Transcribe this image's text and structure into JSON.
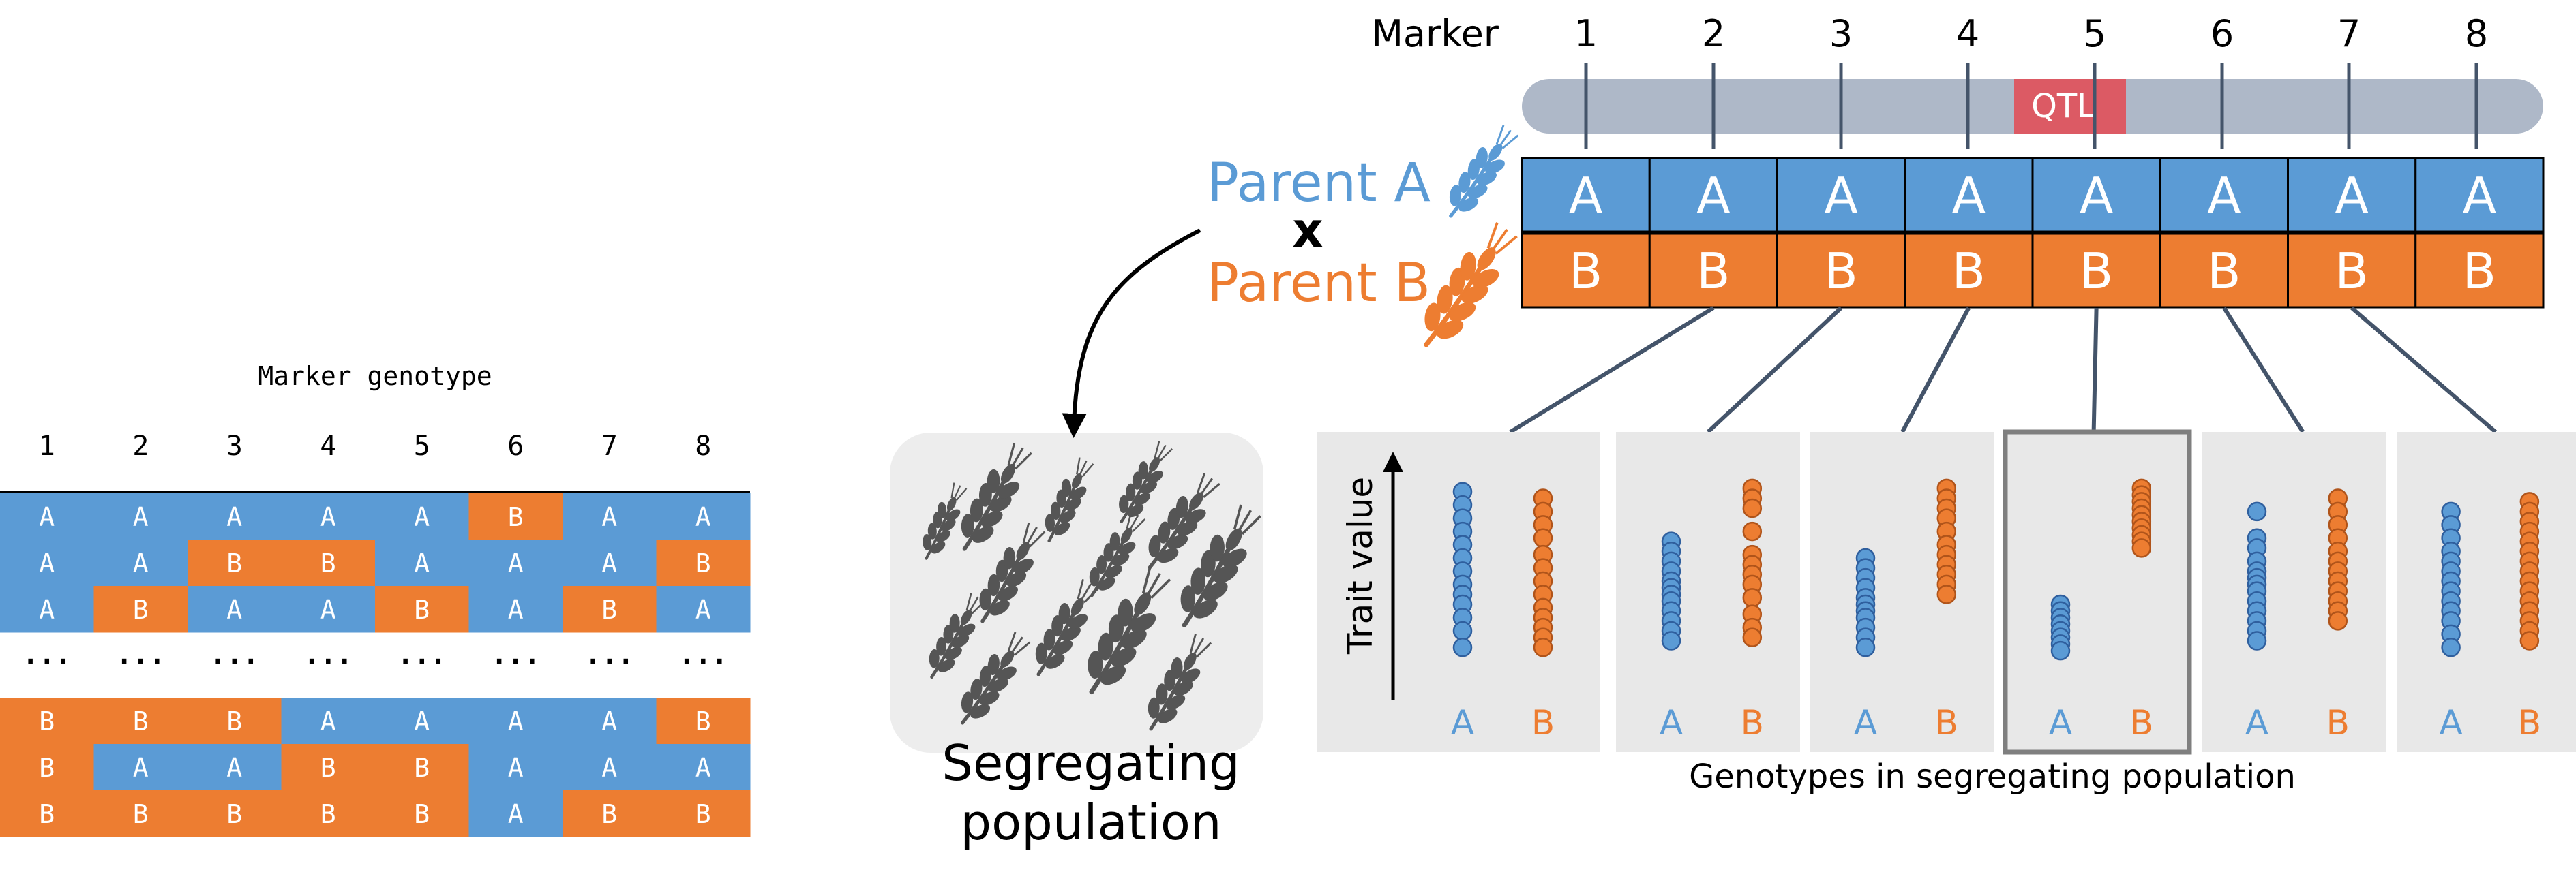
{
  "colors": {
    "parent_a": "#5b9bd5",
    "parent_b": "#ed7d31",
    "chromosome": "#aeb8c8",
    "qtl": "#dc5a64",
    "panel_bg": "#e8e8e8",
    "line": "#44546a",
    "text": "#000000"
  },
  "table": {
    "title": "Marker genotype",
    "markers": [
      "1",
      "2",
      "3",
      "4",
      "5",
      "6",
      "7",
      "8"
    ],
    "ellipsis": "...",
    "rows": [
      [
        "A",
        "A",
        "A",
        "A",
        "A",
        "B",
        "A",
        "A"
      ],
      [
        "A",
        "A",
        "B",
        "B",
        "A",
        "A",
        "A",
        "B"
      ],
      [
        "A",
        "B",
        "A",
        "A",
        "B",
        "A",
        "B",
        "A"
      ],
      null,
      [
        "B",
        "B",
        "B",
        "A",
        "A",
        "A",
        "A",
        "B"
      ],
      [
        "B",
        "A",
        "A",
        "B",
        "B",
        "A",
        "A",
        "A"
      ],
      [
        "B",
        "B",
        "B",
        "B",
        "B",
        "A",
        "B",
        "B"
      ]
    ]
  },
  "population": {
    "label_line1": "Segregating",
    "label_line2": "population",
    "icon": "wheat-icon"
  },
  "parents": {
    "a_label": "Parent A",
    "b_label": "Parent B",
    "cross": "x",
    "icon": "wheat-icon"
  },
  "chromosome": {
    "marker_label": "Marker",
    "markers": [
      "1",
      "2",
      "3",
      "4",
      "5",
      "6",
      "7",
      "8"
    ],
    "qtl_label": "QTL",
    "qtl_marker": "5",
    "parent_a_alleles": [
      "A",
      "A",
      "A",
      "A",
      "A",
      "A",
      "A",
      "A"
    ],
    "parent_b_alleles": [
      "B",
      "B",
      "B",
      "B",
      "B",
      "B",
      "B",
      "B"
    ]
  },
  "trait_panels": {
    "y_label": "Trait value",
    "x_caption": "Genotypes in segregating population",
    "group_labels": [
      "A",
      "B"
    ],
    "highlighted_panel": "5",
    "panels": [
      {
        "marker": "2",
        "a": [
          9.4,
          9.0,
          8.6,
          8.2,
          7.8,
          7.4,
          7.0,
          6.6,
          6.3,
          6.0,
          5.6,
          5.2,
          4.7
        ],
        "b": [
          9.2,
          8.8,
          8.4,
          8.0,
          7.5,
          7.1,
          6.7,
          6.3,
          5.9,
          5.6,
          5.3,
          5.0,
          4.7
        ]
      },
      {
        "marker": "3",
        "a": [
          7.9,
          7.6,
          7.3,
          7.0,
          6.7,
          6.5,
          6.3,
          6.1,
          5.8,
          5.5,
          5.2,
          4.9
        ],
        "b": [
          9.5,
          9.2,
          8.9,
          8.2,
          7.5,
          7.2,
          6.9,
          6.6,
          6.2,
          5.7,
          5.3,
          5.0
        ]
      },
      {
        "marker": "4",
        "a": [
          7.4,
          7.1,
          6.8,
          6.5,
          6.2,
          6.0,
          5.8,
          5.6,
          5.3,
          5.0,
          4.7
        ],
        "b": [
          9.5,
          9.2,
          8.9,
          8.6,
          8.2,
          7.8,
          7.5,
          7.2,
          6.9,
          6.6,
          6.3
        ]
      },
      {
        "marker": "5",
        "a": [
          6.0,
          5.8,
          5.6,
          5.4,
          5.2,
          5.0,
          4.8,
          4.6
        ],
        "b": [
          9.5,
          9.3,
          9.1,
          8.9,
          8.7,
          8.5,
          8.3,
          8.1,
          7.9,
          7.7
        ]
      },
      {
        "marker": "6",
        "a": [
          8.8,
          8.0,
          7.7,
          7.3,
          7.0,
          6.8,
          6.6,
          6.4,
          6.1,
          5.8,
          5.5,
          5.2,
          4.9
        ],
        "b": [
          9.2,
          8.8,
          8.4,
          8.0,
          7.6,
          7.3,
          7.0,
          6.7,
          6.4,
          6.1,
          5.8,
          5.5
        ]
      },
      {
        "marker": "7",
        "a": [
          8.8,
          8.4,
          8.0,
          7.6,
          7.3,
          7.0,
          6.7,
          6.4,
          6.1,
          5.8,
          5.5,
          5.1,
          4.7
        ],
        "b": [
          9.1,
          8.8,
          8.5,
          8.2,
          7.9,
          7.6,
          7.3,
          7.0,
          6.7,
          6.4,
          6.1,
          5.8,
          5.5,
          5.2,
          4.9
        ]
      }
    ]
  }
}
